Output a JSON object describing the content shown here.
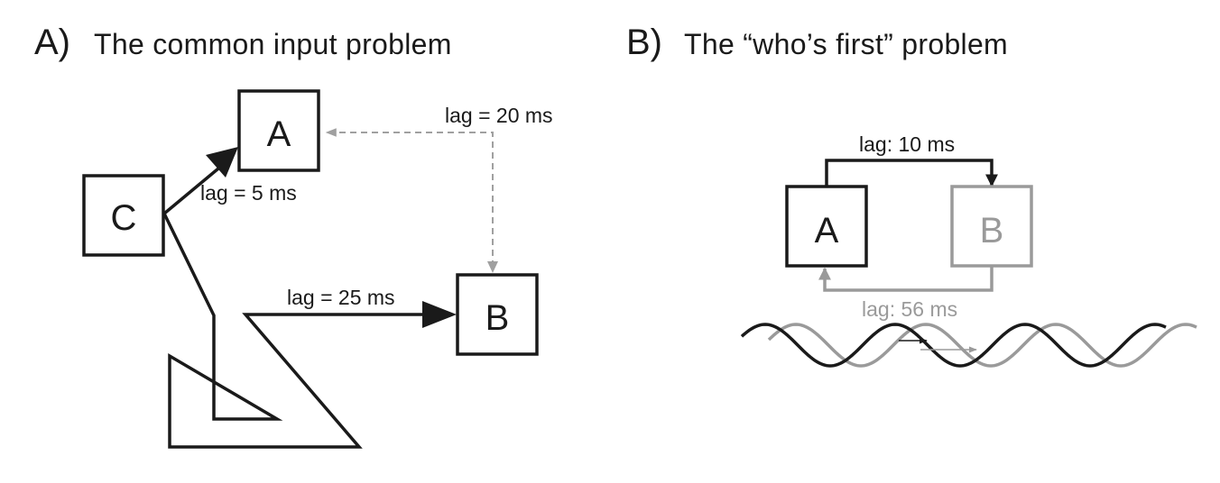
{
  "panel_a": {
    "letter": "A)",
    "title": "The common input problem",
    "nodes": {
      "a": "A",
      "b": "B",
      "c": "C"
    },
    "edges": {
      "c_to_a": "lag = 5 ms",
      "b_to_a": "lag = 20 ms",
      "c_to_b": "lag = 25 ms"
    }
  },
  "panel_b": {
    "letter": "B)",
    "title": "The “who’s first” problem",
    "nodes": {
      "a": "A",
      "b": "B"
    },
    "edges": {
      "a_to_b": "lag: 10 ms",
      "b_to_a": "lag: 56 ms"
    }
  },
  "colors": {
    "dark": "#1a1a1a",
    "gray": "#9a9a9a",
    "dashed": "#a0a0a0"
  }
}
